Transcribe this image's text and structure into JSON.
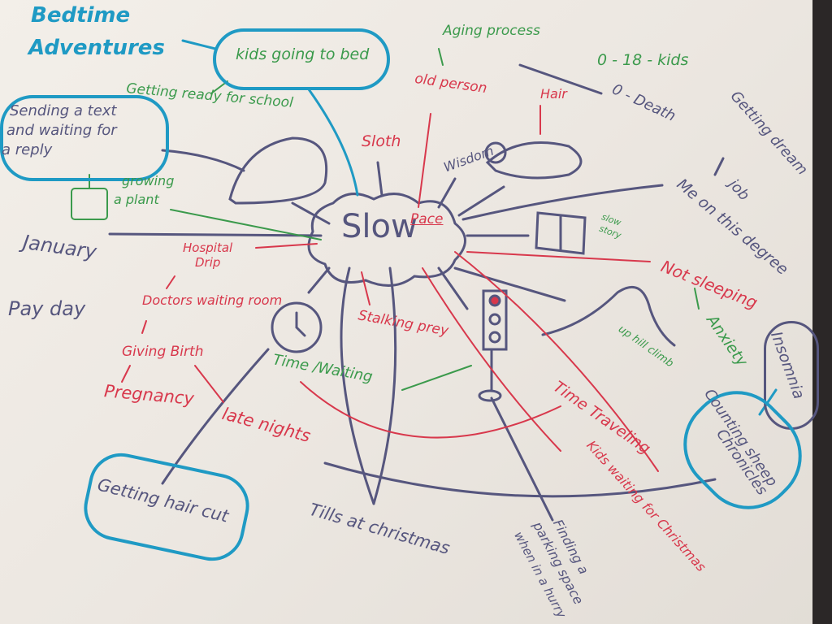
{
  "title": {
    "line1": "Bedtime",
    "line2": "Adventures"
  },
  "center": {
    "main": "Slow",
    "sub": "Pace"
  },
  "nodes": {
    "kids_bed": "kids going to bed",
    "ready_school": "Getting ready for school",
    "texting": [
      "Sending a text",
      "and waiting for",
      "a reply"
    ],
    "plant": [
      "growing",
      "a plant"
    ],
    "january": "January",
    "payday": "Pay day",
    "hospital": [
      "Hospital",
      "Drip"
    ],
    "doctors": "Doctors waiting room",
    "birth": "Giving Birth",
    "pregnancy": "Pregnancy",
    "late_nights": "late nights",
    "haircut": "Getting hair cut",
    "tills": "Tills at christmas",
    "time_waiting": "Time /Waiting",
    "stalking": "Stalking prey",
    "sloth": "Sloth",
    "old_person": "old person",
    "aging": "Aging process",
    "kids_age": "0 - 18 - kids",
    "death": "0 - Death",
    "hair": "Hair",
    "wisdom": "Wisdom",
    "dream_job": [
      "Getting dream",
      "job"
    ],
    "degree": "Me on this degree",
    "slow_story": [
      "slow",
      "story"
    ],
    "not_sleeping": "Not sleeping",
    "anxiety": "Anxiety",
    "insomnia": "Insomnia",
    "uphill": "up hill climb",
    "counting_sheep": [
      "Counting sheep",
      "Chronicles"
    ],
    "time_travel": "Time Traveling",
    "kids_christmas": "Kids waiting for Christmas",
    "parking": [
      "Finding a",
      "parking space",
      "when in a hurry"
    ]
  }
}
